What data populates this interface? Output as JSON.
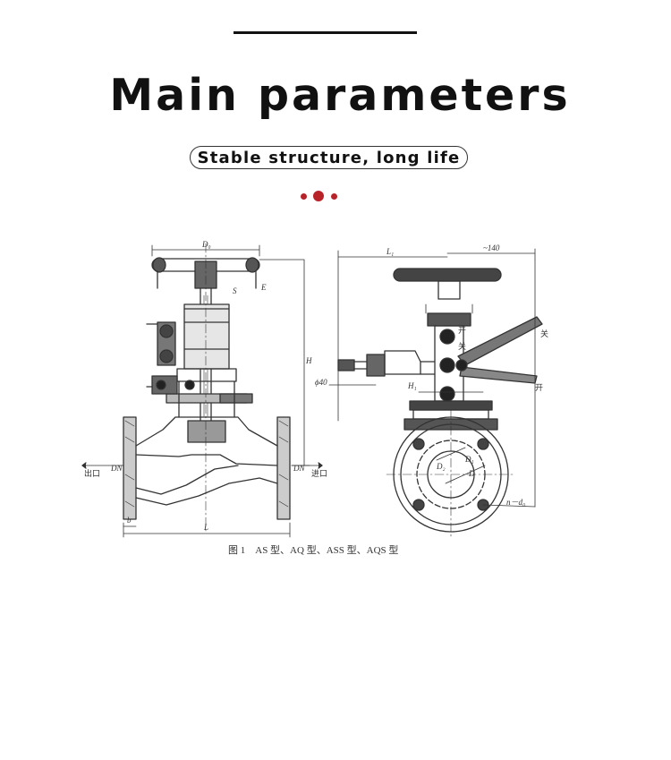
{
  "header": {
    "title": "Main parameters",
    "subtitle": "Stable structure, long life"
  },
  "drawing": {
    "labels": {
      "d0": "D₀",
      "l1": "L₁",
      "approx140": "~140",
      "h": "H",
      "s": "S",
      "e": "E",
      "phi40": "ϕ40",
      "h1": "H₁",
      "dn_left": "DN",
      "dn_right": "DN",
      "outlet": "出口",
      "inlet": "进口",
      "l": "L",
      "b": "b",
      "d": "D",
      "d1": "D₁",
      "d2": "D₂",
      "n_d0": "n－d₀",
      "open1": "开",
      "close1": "关",
      "open2": "开",
      "close2": "关"
    },
    "caption": "图 1　AS 型、AQ 型、ASS 型、AQS 型"
  }
}
